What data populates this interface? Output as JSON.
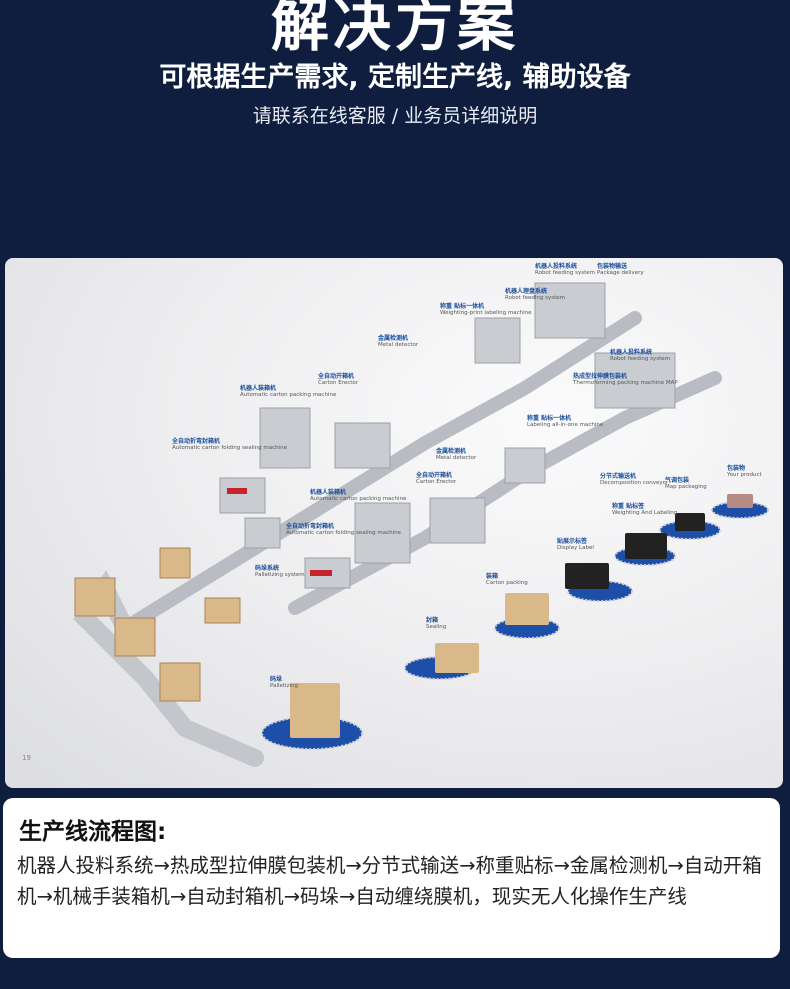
{
  "header": {
    "title": "解决方案",
    "subtitle": "可根据生产需求, 定制生产线, 辅助设备",
    "contact": "请联系在线客服 / 业务员详细说明"
  },
  "diagram": {
    "page_number": "19",
    "labels": [
      {
        "cn": "机器人投料系统",
        "en": "Robot feeding system"
      },
      {
        "cn": "包装物输送",
        "en": "Package delivery"
      },
      {
        "cn": "机器人理盘系统",
        "en": "Robot feeding system"
      },
      {
        "cn": "称重 贴标一体机",
        "en": "Weighting-print labeling machine"
      },
      {
        "cn": "金属检测机",
        "en": "Metal detector"
      },
      {
        "cn": "全自动开箱机",
        "en": "Carton Erector"
      },
      {
        "cn": "机器人装箱机",
        "en": "Automatic carton packing machine"
      },
      {
        "cn": "全自动折弯封箱机",
        "en": "Automatic carton folding sealing machine"
      },
      {
        "cn": "机器人投料系统",
        "en": "Robot feeding system"
      },
      {
        "cn": "热成型拉伸膜包装机",
        "en": "Thermoforming packing machine MAP"
      },
      {
        "cn": "称重 贴标一体机",
        "en": "Labeling all-in-one machine"
      },
      {
        "cn": "金属检测机",
        "en": "Metal detector"
      },
      {
        "cn": "全自动开箱机",
        "en": "Carton Erector"
      },
      {
        "cn": "机器人装箱机",
        "en": "Automatic carton packing machine"
      },
      {
        "cn": "全自动折弯封箱机",
        "en": "Automatic carton folding sealing machine"
      },
      {
        "cn": "码垛系统",
        "en": "Palletizing system"
      },
      {
        "cn": "分节式输送机",
        "en": "Decomposition conveyor"
      },
      {
        "cn": "气调包装",
        "en": "Map packaging"
      },
      {
        "cn": "包装物",
        "en": "Your product"
      },
      {
        "cn": "称重 贴标签",
        "en": "Weighting And Labeling"
      },
      {
        "cn": "贴展示标签",
        "en": "Display Label"
      },
      {
        "cn": "装箱",
        "en": "Carton packing"
      },
      {
        "cn": "封箱",
        "en": "Sealing"
      },
      {
        "cn": "码垛",
        "en": "Palletizing"
      }
    ],
    "colors": {
      "accent_blue": "#1d4fa8",
      "carton": "#d9b98a",
      "machine": "#c9ccd1"
    }
  },
  "flow": {
    "heading": "生产线流程图:",
    "body": "机器人投料系统→热成型拉伸膜包装机→分节式输送→称重贴标→金属检测机→自动开箱机→机械手装箱机→自动封箱机→码垛→自动缠绕膜机，现实无人化操作生产线"
  }
}
